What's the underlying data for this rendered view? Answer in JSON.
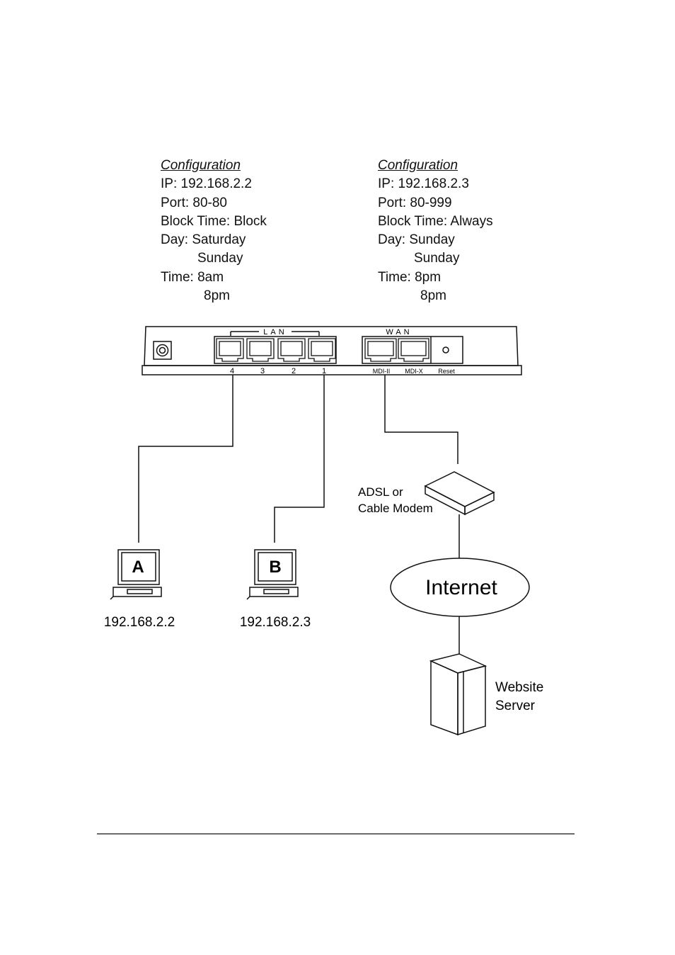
{
  "config_a": {
    "heading": "Configuration",
    "ip": "IP: 192.168.2.2",
    "port": "Port: 80-80",
    "block_time": "Block Time: Block",
    "day_1": "Day: Saturday",
    "day_2": "Sunday",
    "time_1": "Time: 8am",
    "time_2": "8pm"
  },
  "config_b": {
    "heading": "Configuration",
    "ip": "IP: 192.168.2.3",
    "port": "Port: 80-999",
    "block_time": "Block Time: Always",
    "day_1": "Day: Sunday",
    "day_2": "Sunday",
    "time_1": "Time: 8pm",
    "time_2": "8pm"
  },
  "router": {
    "lan_label": "LAN",
    "wan_label": "WAN",
    "lan_ports": [
      "4",
      "3",
      "2",
      "1"
    ],
    "wan_ports": [
      "MDI-II",
      "MDI-X"
    ],
    "reset_label": "Reset"
  },
  "pc_a": {
    "letter": "A",
    "ip": "192.168.2.2"
  },
  "pc_b": {
    "letter": "B",
    "ip": "192.168.2.3"
  },
  "modem": {
    "label_1": "ADSL or",
    "label_2": "Cable Modem"
  },
  "internet": {
    "label": "Internet"
  },
  "server": {
    "label_1": "Website",
    "label_2": "Server"
  }
}
